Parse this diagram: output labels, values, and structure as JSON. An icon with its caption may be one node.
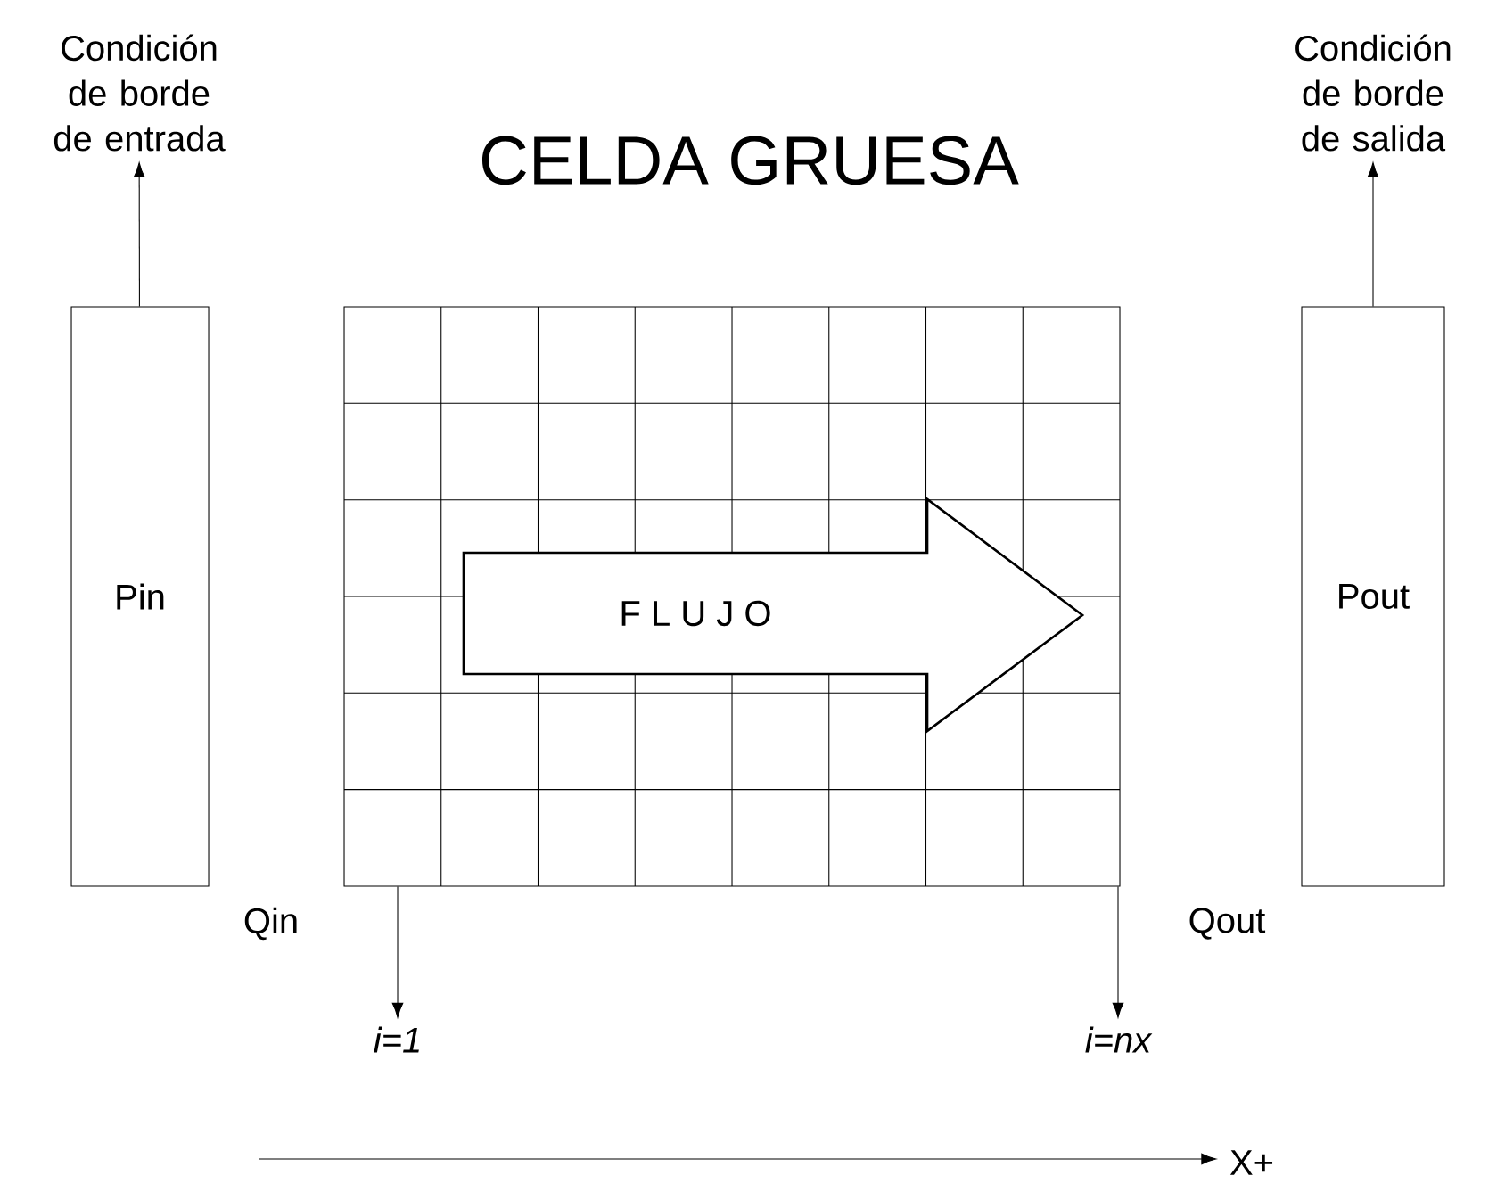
{
  "diagram": {
    "title": "CELDA GRUESA",
    "nodes": [
      {
        "text": [
          "Condición de borde de entrada"
        ]
      },
      {
        "text": [
          "Pin"
        ]
      },
      {
        "text": [],
        "shape": "box"
      },
      {
        "text": [
          "F L U J O"
        ],
        "in": 2
      },
      {
        "text": [
          "Pout"
        ]
      },
      {
        "text": [
          "Condición de borde de salida"
        ]
      },
      {
        "text": [
          "i=1"
        ]
      },
      {
        "text": [
          "i=nx"
        ]
      }
    ],
    "edges": [
      {
        "from": 1,
        "to": 0,
        "arrow": "to"
      },
      {
        "from": 4,
        "to": 5,
        "arrow": "to"
      },
      {
        "from": 2,
        "to": 6,
        "arrow": "to"
      },
      {
        "from": 2,
        "to": 7,
        "arrow": "to"
      }
    ],
    "labels": [
      "Qin",
      "Qout",
      "X+"
    ]
  }
}
